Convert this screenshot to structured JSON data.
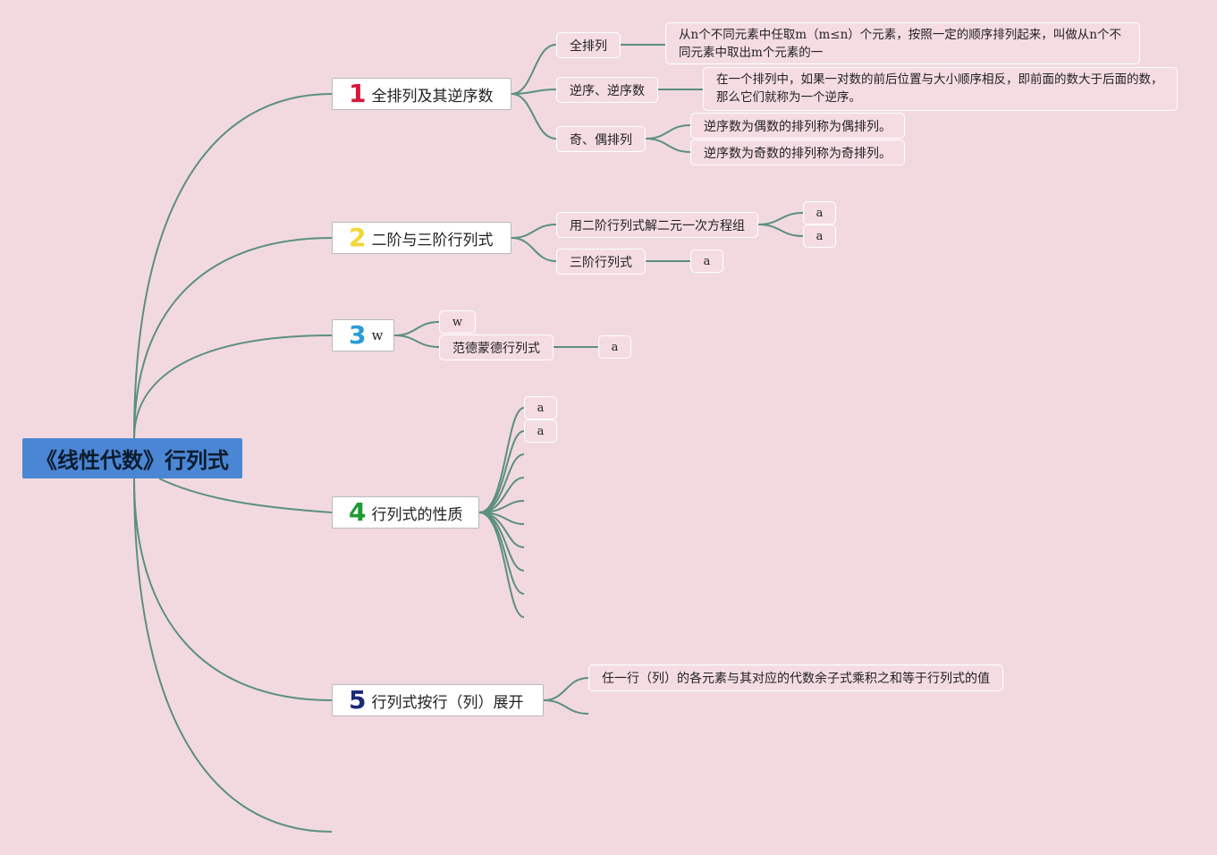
{
  "root": {
    "label": "《线性代数》行列式"
  },
  "branches": [
    {
      "num": "1",
      "num_color": "#d3193b",
      "label": "全排列及其逆序数",
      "children": [
        {
          "label": "全排列",
          "leaves": [
            "从n个不同元素中任取m（m≤n）个元素，按照一定的顺序排列起来，叫做从n个不同元素中取出m个元素的一"
          ]
        },
        {
          "label": "逆序、逆序数",
          "leaves": [
            "在一个排列中，如果一对数的前后位置与大小顺序相反，即前面的数大于后面的数，那么它们就称为一个逆序。"
          ]
        },
        {
          "label": "奇、偶排列",
          "leaves": [
            "逆序数为偶数的排列称为偶排列。",
            "逆序数为奇数的排列称为奇排列。"
          ]
        }
      ]
    },
    {
      "num": "2",
      "num_color": "#f2d733",
      "label": "二阶与三阶行列式",
      "children": [
        {
          "label": "用二阶行列式解二元一次方程组",
          "leaves": [
            "a",
            "a"
          ]
        },
        {
          "label": "三阶行列式",
          "leaves": [
            "a"
          ]
        }
      ]
    },
    {
      "num": "3",
      "num_color": "#2a9bd8",
      "label": "w",
      "children": [
        {
          "label": "w",
          "leaves": []
        },
        {
          "label": "范德蒙德行列式",
          "leaves": [
            "a"
          ]
        }
      ]
    },
    {
      "num": "4",
      "num_color": "#1e9a34",
      "label": "行列式的性质",
      "children": [
        {
          "label": "a"
        },
        {
          "label": "a"
        }
      ]
    },
    {
      "num": "5",
      "num_color": "#1b2a78",
      "label": "行列式按行（列）展开",
      "children": [
        {
          "label": "任一行（列）的各元素与其对应的代数余子式乘积之和等于行列式的值"
        }
      ]
    }
  ],
  "colors": {
    "background": "#f2d9e0",
    "root": "#4a86d4",
    "line": "#5b8f7f"
  }
}
